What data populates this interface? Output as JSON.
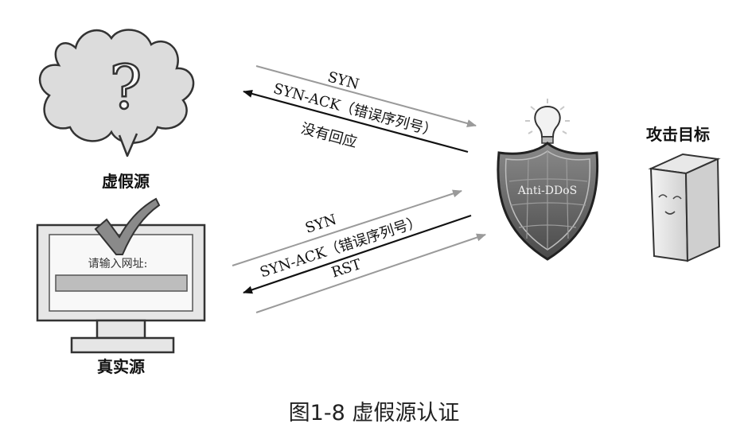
{
  "nodes": {
    "fake_source": {
      "label": "虚假源",
      "icon": "question-cloud-icon"
    },
    "real_source": {
      "label": "真实源",
      "icon": "computer-monitor-icon",
      "screen_prompt": "请输入网址:"
    },
    "anti_ddos": {
      "label": "Anti-DDoS",
      "icon": "shield-lightbulb-icon"
    },
    "target": {
      "label": "攻击目标",
      "icon": "server-icon"
    }
  },
  "flows": {
    "fake": {
      "syn": "SYN",
      "syn_ack": "SYN-ACK（错误序列号）",
      "no_reply": "没有回应"
    },
    "real": {
      "syn": "SYN",
      "syn_ack": "SYN-ACK（错误序列号）",
      "rst": "RST"
    }
  },
  "caption": "图1-8 虚假源认证"
}
